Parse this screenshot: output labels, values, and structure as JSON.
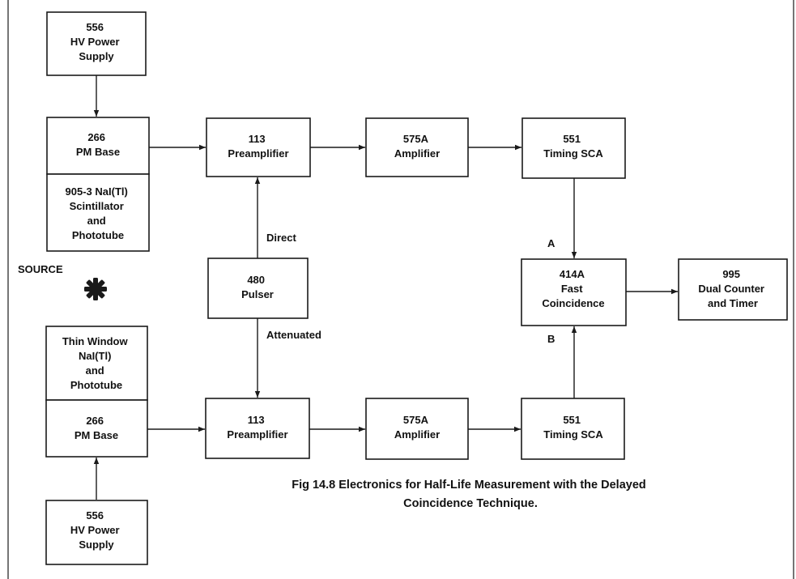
{
  "blocks": {
    "hv_top": [
      "556",
      "HV Power",
      "Supply"
    ],
    "pm_base_top": [
      "266",
      "PM Base"
    ],
    "scint_top": [
      "905-3 NaI(Tl)",
      "Scintillator",
      "and",
      "Phototube"
    ],
    "preamp_top": [
      "113",
      "Preamplifier"
    ],
    "amp_top": [
      "575A",
      "Amplifier"
    ],
    "sca_top": [
      "551",
      "Timing SCA"
    ],
    "pulser": [
      "480",
      "Pulser"
    ],
    "coincidence": [
      "414A",
      "Fast",
      "Coincidence"
    ],
    "counter": [
      "995",
      "Dual Counter",
      "and Timer"
    ],
    "thin_window": [
      "Thin Window",
      "NaI(Tl)",
      "and",
      "Phototube"
    ],
    "pm_base_bottom": [
      "266",
      "PM Base"
    ],
    "preamp_bottom": [
      "113",
      "Preamplifier"
    ],
    "amp_bottom": [
      "575A",
      "Amplifier"
    ],
    "sca_bottom": [
      "551",
      "Timing SCA"
    ],
    "hv_bottom": [
      "556",
      "HV Power",
      "Supply"
    ]
  },
  "labels": {
    "source": "SOURCE",
    "direct": "Direct",
    "attenuated": "Attenuated",
    "input_a": "A",
    "input_b": "B"
  },
  "caption": [
    "Fig 14.8  Electronics for Half-Life Measurement with the Delayed",
    "Coincidence Technique."
  ]
}
